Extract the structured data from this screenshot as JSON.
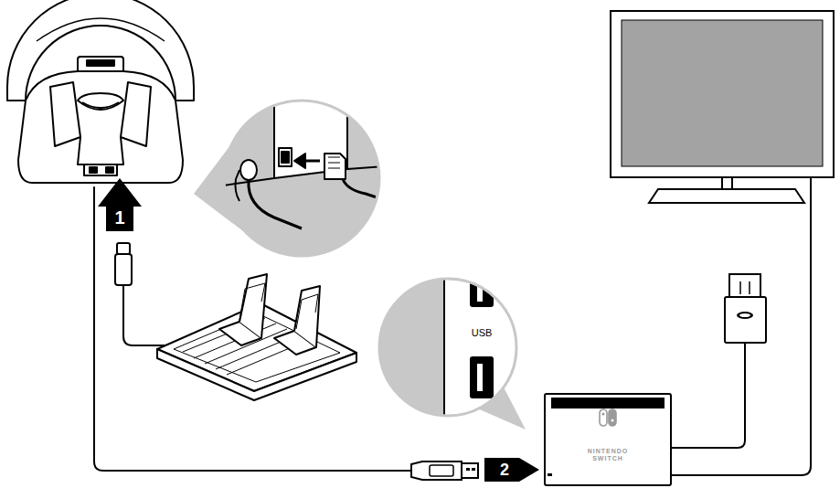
{
  "diagram": {
    "nodes": [
      {
        "text": [
          "NINTENDO SWITCH"
        ]
      }
    ],
    "labels": [
      "1",
      "USB",
      "2"
    ]
  }
}
